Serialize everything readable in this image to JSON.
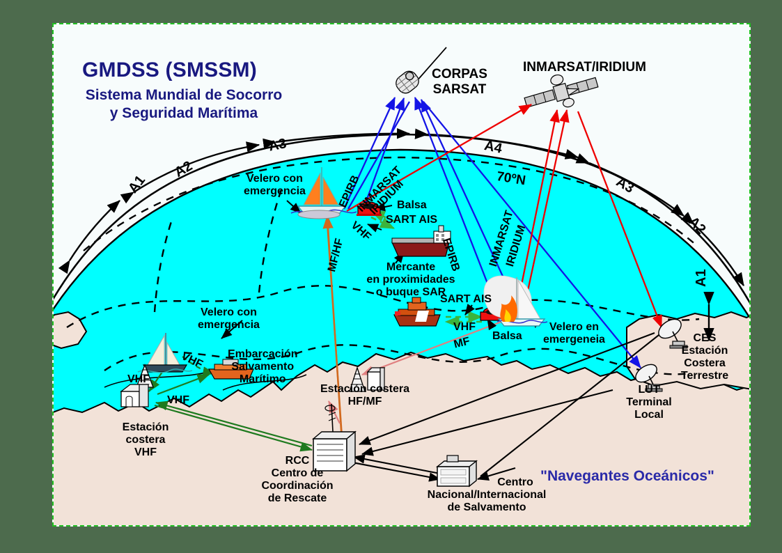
{
  "page": {
    "background_color": "#4d6b4d",
    "panel_color": "#f7fcfc",
    "border_color": "#22c022",
    "ocean_color": "#00ffff",
    "land_color": "#f2e2d8"
  },
  "title": {
    "line1": "GMDSS (SMSSM)",
    "line2": "Sistema Mundial de Socorro",
    "line3": "y Seguridad Marítima",
    "color": "#191980"
  },
  "watermark": {
    "text": "\"Navegantes Oceánicos\"",
    "color": "#2a2aa8"
  },
  "satellites": [
    {
      "name": "cospas-sarsat",
      "line1": "CORPAS",
      "line2": "SARSAT"
    },
    {
      "name": "inmarsat-iridium",
      "line1": "INMARSAT/IRIDIUM",
      "line2": ""
    }
  ],
  "sea_areas": [
    {
      "id": "a1-left",
      "label": "A1"
    },
    {
      "id": "a2-left",
      "label": "A2"
    },
    {
      "id": "a3-left",
      "label": "A3"
    },
    {
      "id": "a4-top",
      "label": "A4"
    },
    {
      "id": "a3-right",
      "label": "A3"
    },
    {
      "id": "a2-right",
      "label": "A2"
    },
    {
      "id": "a1-right",
      "label": "A1"
    }
  ],
  "latitude": {
    "label": "70ºN"
  },
  "links": {
    "epirb_left": "EPIRB",
    "epirb_center": "EPIRB",
    "inmarsat_left_1": "INMARSAT",
    "inmarsat_left_2": "IRIDIUM",
    "inmarsat_center_1": "INMARSAT",
    "inmarsat_center_2": "IRIDIUM",
    "vhf_top": "VHF",
    "vhf_center": "VHF",
    "vhf_coast_1": "VHF",
    "vhf_coast_2": "VHF",
    "vhf_coast_3": "VHF",
    "mf": "MF",
    "mfhf": "MF/HF"
  },
  "vessels": [
    {
      "id": "velero-top",
      "line1": "Velero con",
      "line2": "emergencia",
      "line3": ""
    },
    {
      "id": "balsa-top",
      "line1": "Balsa",
      "line2": "",
      "line3": ""
    },
    {
      "id": "sart-ais-top",
      "line1": "SART AIS",
      "line2": "",
      "line3": ""
    },
    {
      "id": "mercante",
      "line1": "Mercante",
      "line2": "en proximidades",
      "line3": "o buque SAR"
    },
    {
      "id": "sart-ais-center",
      "line1": "SART AIS",
      "line2": "",
      "line3": ""
    },
    {
      "id": "balsa-center",
      "line1": "Balsa",
      "line2": "",
      "line3": ""
    },
    {
      "id": "velero-center",
      "line1": "Velero en",
      "line2": "emergeneia",
      "line3": ""
    },
    {
      "id": "velero-left",
      "line1": "Velero con",
      "line2": "emergencia",
      "line3": ""
    },
    {
      "id": "embarcacion",
      "line1": "Embarcación",
      "line2": "Salvamento",
      "line3": "Marítimo"
    }
  ],
  "stations": [
    {
      "id": "estacion-costera-vhf",
      "line1": "Estación",
      "line2": "costera",
      "line3": "VHF"
    },
    {
      "id": "estacion-costera-hfmf",
      "line1": "Estación costera",
      "line2": "HF/MF",
      "line3": ""
    },
    {
      "id": "rcc",
      "line1": "RCC",
      "line2": "Centro de",
      "line3": "Coordinación",
      "line4": "de Rescate"
    },
    {
      "id": "centro-nacional",
      "line1": "Centro",
      "line2": "Nacional/Internacional",
      "line3": "de Salvamento"
    },
    {
      "id": "lut",
      "line1": "LUT",
      "line2": "Terminal",
      "line3": "Local"
    },
    {
      "id": "ces",
      "line1": "CES",
      "line2": "Estación",
      "line3": "Costera",
      "line4": "Terrestre"
    }
  ]
}
